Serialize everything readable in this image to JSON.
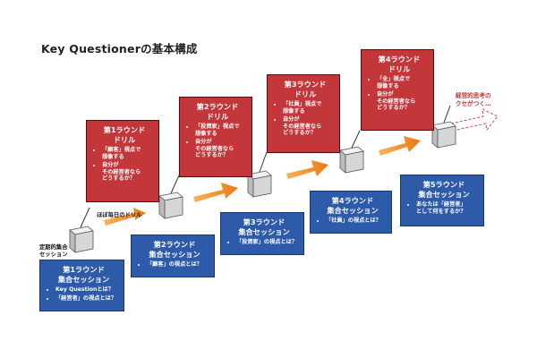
{
  "title": "Key Questionerの基本構成",
  "notes": {
    "regular_session": "定期的集合\nセッション",
    "almost_daily": "ほぼ毎日のドリル",
    "habit": "経営的思考の\nクセがつく…"
  },
  "sessions": [
    {
      "title": "第1ラウンド\n集合セッション",
      "items": [
        "Key Questionとは？",
        "「経営者」の視点とは？"
      ]
    },
    {
      "title": "第2ラウンド\n集合セッション",
      "items": [
        "「顧客」の視点とは？"
      ]
    },
    {
      "title": "第3ラウンド\n集合セッション",
      "items": [
        "「投資家」の視点とは？"
      ]
    },
    {
      "title": "第4ラウンド\n集合セッション",
      "items": [
        "「社員」の視点とは？"
      ]
    },
    {
      "title": "第5ラウンド\n集合セッション",
      "items": [
        "あなたは「経営者」\nとして何をするか？"
      ]
    }
  ],
  "drills": [
    {
      "title": "第1ラウンド\nドリル",
      "items": [
        "「顧客」視点で\n想像する",
        "自分が\nその経営者なら\nどうするか？"
      ]
    },
    {
      "title": "第2ラウンド\nドリル",
      "items": [
        "「投資家」視点で\n想像する",
        "自分が\nその経営者なら\nどうするか？"
      ]
    },
    {
      "title": "第3ラウンド\nドリル",
      "items": [
        "「社員」視点で\n想像する",
        "自分が\nその経営者なら\nどうするか？"
      ]
    },
    {
      "title": "第4ラウンド\nドリル",
      "items": [
        "「全」視点で\n想像する",
        "自分が\nその経営者なら\nどうするか？"
      ]
    }
  ],
  "colors": {
    "drill": "#c3363a",
    "session": "#2d5aa9",
    "arrow": "#f08a1c",
    "cube": "#d9d9d9"
  }
}
